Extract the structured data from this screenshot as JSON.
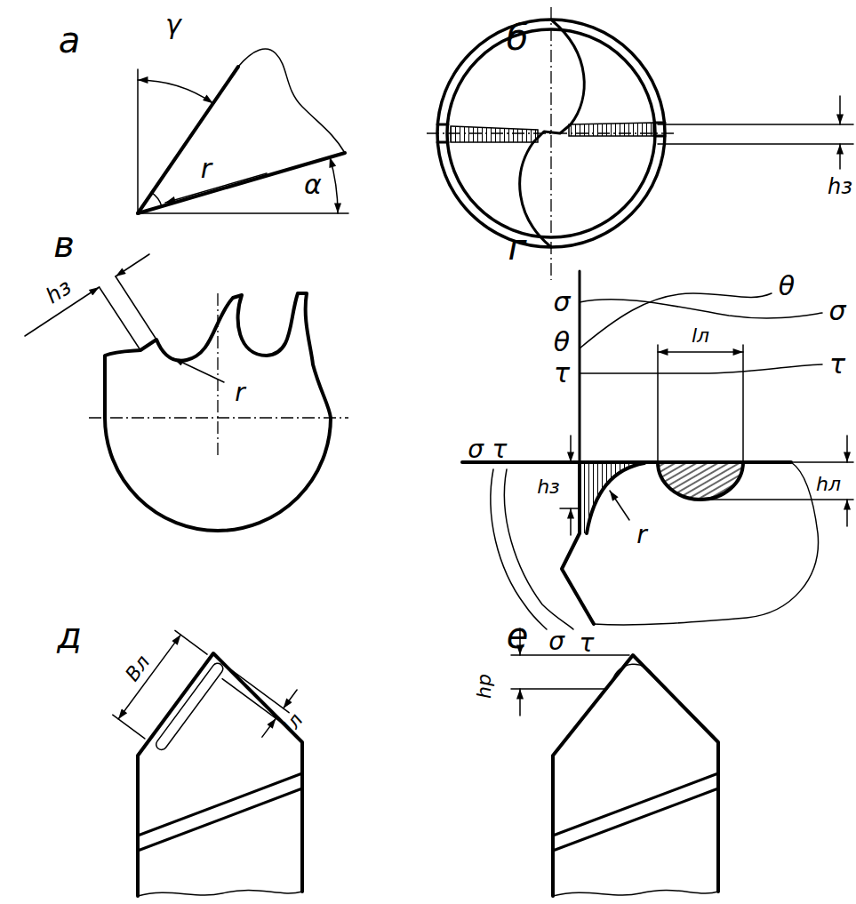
{
  "diagram": {
    "labels": [
      "а",
      "γ",
      "r",
      "α",
      "б",
      "hз",
      "в",
      "hз",
      "r",
      "г",
      "σ",
      "θ",
      "τ",
      "θ",
      "σ",
      "τ",
      "lл",
      "σ",
      "τ",
      "hз",
      "hл",
      "r",
      "σ",
      "τ",
      "д",
      "Bл",
      "lл",
      "е",
      "hр"
    ]
  }
}
